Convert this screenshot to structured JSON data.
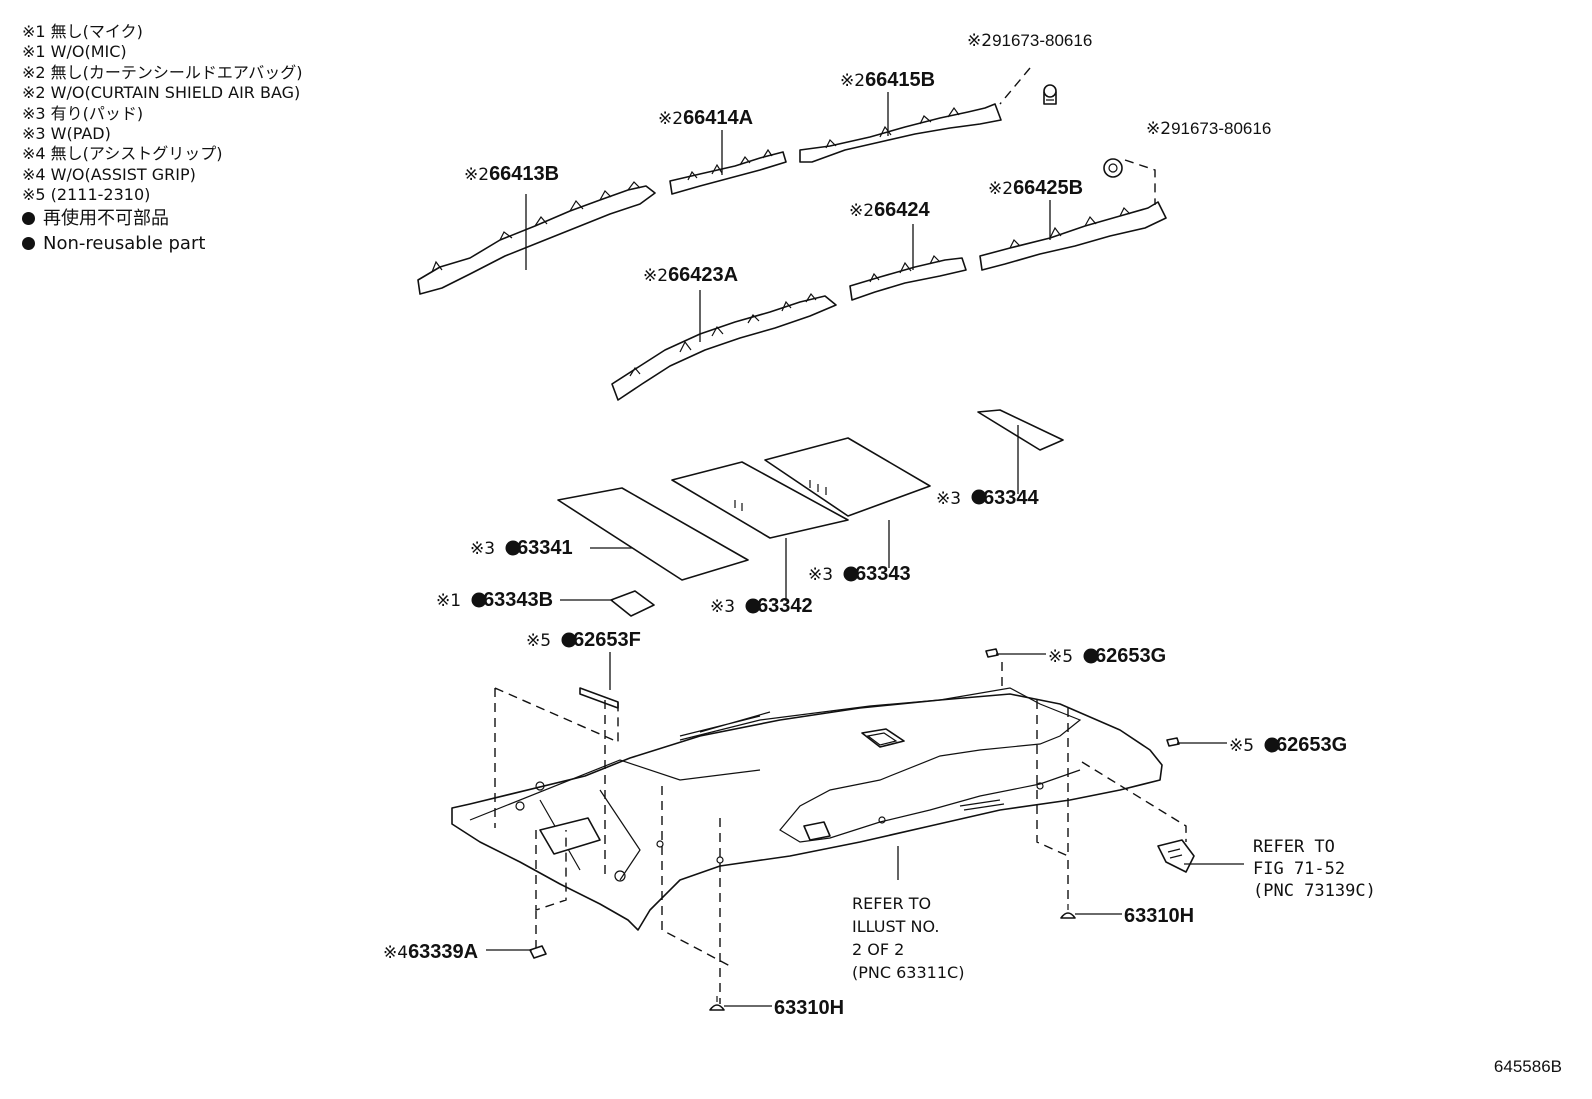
{
  "legend": [
    {
      "text": "※1 無し(マイク)"
    },
    {
      "text": "※1 W/O(MIC)"
    },
    {
      "text": "※2 無し(カーテンシールドエアバッグ)"
    },
    {
      "text": "※2 W/O(CURTAIN SHIELD AIR BAG)"
    },
    {
      "text": "※3 有り(パッド)"
    },
    {
      "text": "※3 W(PAD)"
    },
    {
      "text": "※4 無し(アシストグリップ)"
    },
    {
      "text": "※4 W/O(ASSIST GRIP)"
    },
    {
      "text": "※5 (2111-2310)"
    },
    {
      "text": "再使用不可部品",
      "bullet": true
    },
    {
      "text": "Non-reusable part",
      "bullet": true
    }
  ],
  "callouts": {
    "p91673_a": {
      "prefix": "※2",
      "number": "91673-80616"
    },
    "p66415B": {
      "prefix": "※2",
      "number": "66415B"
    },
    "p66414A": {
      "prefix": "※2",
      "number": "66414A"
    },
    "p91673_b": {
      "prefix": "※2",
      "number": "91673-80616"
    },
    "p66413B": {
      "prefix": "※2",
      "number": "66413B"
    },
    "p66424": {
      "prefix": "※2",
      "number": "66424"
    },
    "p66425B": {
      "prefix": "※2",
      "number": "66425B"
    },
    "p66423A": {
      "prefix": "※2",
      "number": "66423A"
    },
    "p63344": {
      "prefix": "※3",
      "number": "63344"
    },
    "p63341": {
      "prefix": "※3",
      "number": "63341"
    },
    "p63343": {
      "prefix": "※3",
      "number": "63343"
    },
    "p63342": {
      "prefix": "※3",
      "number": "63342"
    },
    "p63343B": {
      "prefix": "※1",
      "number": "63343B"
    },
    "p62653F": {
      "prefix": "※5",
      "number": "62653F"
    },
    "p62653G_a": {
      "prefix": "※5",
      "number": "62653G"
    },
    "p62653G_b": {
      "prefix": "※5",
      "number": "62653G"
    },
    "p63339A": {
      "prefix": "※4",
      "number": "63339A"
    },
    "p63310H_a": {
      "prefix": "",
      "number": "63310H"
    },
    "p63310H_b": {
      "prefix": "",
      "number": "63310H"
    }
  },
  "notes": {
    "refer_illust": [
      "REFER TO",
      "ILLUST NO.",
      "2 OF 2",
      "(PNC 63311C)"
    ],
    "refer_fig": [
      "REFER TO",
      "FIG 71-52",
      "(PNC 73139C)"
    ]
  },
  "reference_id": "645586B"
}
